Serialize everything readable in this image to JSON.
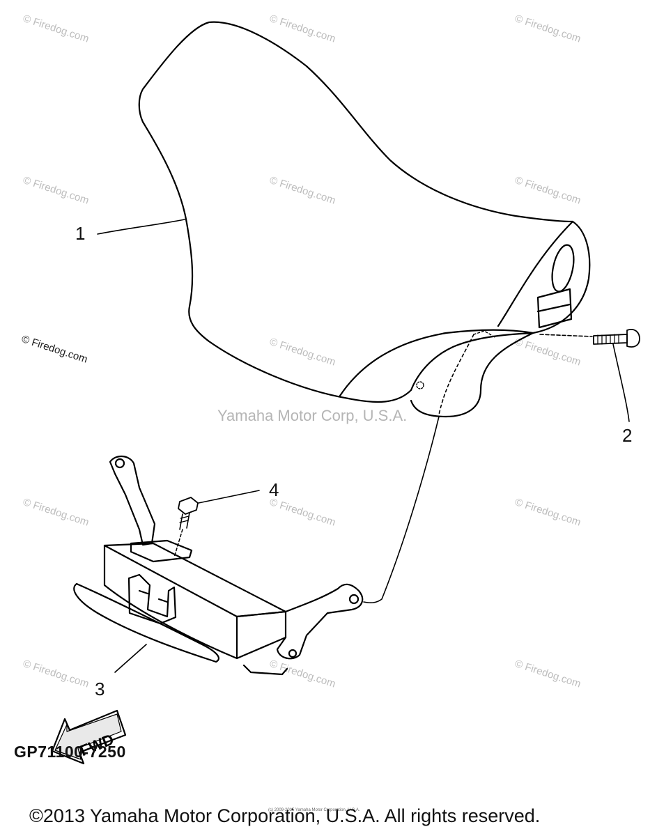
{
  "watermarks": {
    "firedog_text": "© Firedog.com",
    "center_text": "Yamaha Motor Corp, U.S.A."
  },
  "callouts": {
    "item_1": "1",
    "item_2": "2",
    "item_3": "3",
    "item_4": "4"
  },
  "fwd_label": "FWD",
  "part_number": "GP71100-7250",
  "copyright": "©2013 Yamaha Motor Corporation, U.S.A. All rights reserved.",
  "fine_print": "(c) 2009-2015 Yamaha Motor Corporation, U.S.A."
}
